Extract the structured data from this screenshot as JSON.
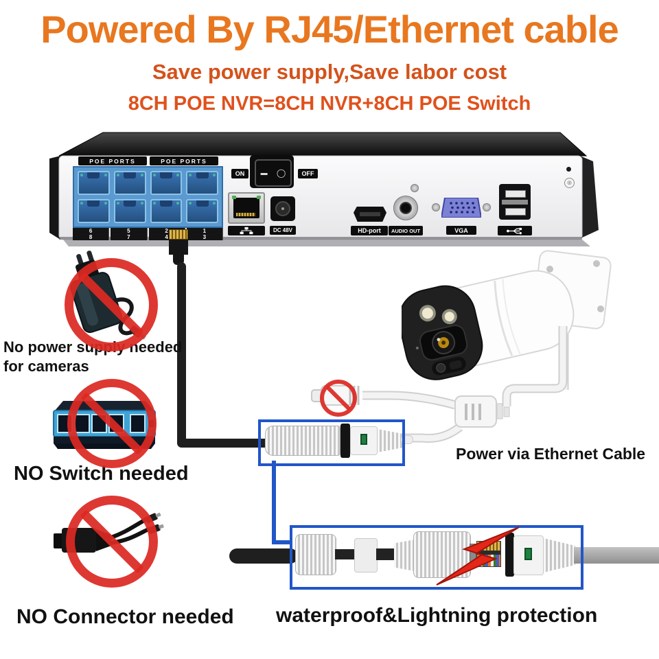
{
  "header": {
    "title": "Powered By RJ45/Ethernet cable",
    "subtitle": "Save power supply,Save labor cost",
    "formula": "8CH POE NVR=8CH NVR+8CH POE Switch"
  },
  "nvr": {
    "poe_label_left": "POE PORTS",
    "poe_label_right": "POE PORTS",
    "port_numbers_top": [
      "6",
      "5",
      "2",
      "1"
    ],
    "port_numbers_bottom": [
      "8",
      "7",
      "4",
      "3"
    ],
    "power_on_label": "ON",
    "power_off_label": "OFF",
    "dc_input_label": "DC 48V",
    "hdmi_label": "HD-port",
    "audio_out_label": "AUDIO OUT",
    "vga_label": "VGA"
  },
  "callouts": {
    "no_power_line1": "No power supply needed",
    "no_power_line2": "for cameras",
    "no_switch": "NO Switch needed",
    "no_connector": "NO Connector needed",
    "power_via_ethernet": "Power via Ethernet Cable",
    "waterproof": "waterproof&Lightning protection"
  },
  "colors": {
    "title_orange": "#e8771f",
    "subtitle_red_orange": "#d4521b",
    "prohibition_red": "#db2922",
    "highlight_blue": "#2156c8",
    "poe_panel_blue": "#5a9ad0"
  }
}
